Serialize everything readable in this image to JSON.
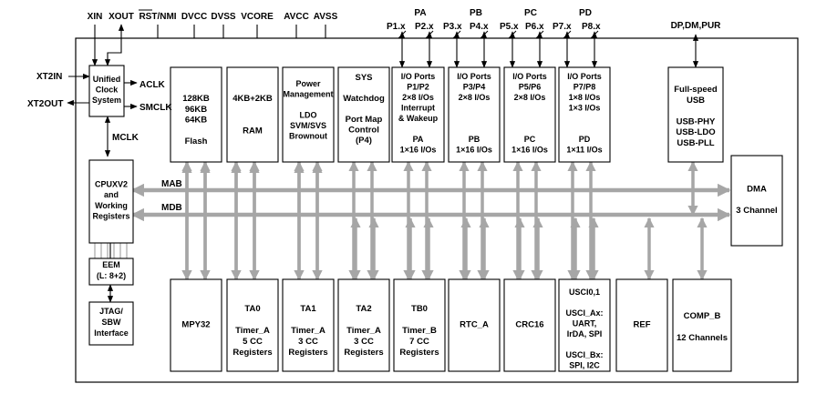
{
  "top_pins": {
    "xin": "XIN",
    "xout": "XOUT",
    "rst_nmi": "RST/NMI",
    "dvcc": "DVCC",
    "dvss": "DVSS",
    "vcore": "VCORE",
    "avcc": "AVCC",
    "avss": "AVSS",
    "usb_pins": "DP,DM,PUR"
  },
  "side_pins": {
    "xt2in": "XT2IN",
    "xt2out": "XT2OUT",
    "aclk": "ACLK",
    "smclk": "SMCLK",
    "mclk": "MCLK"
  },
  "ports": [
    {
      "name": "PA",
      "pin_a": "P1.x",
      "pin_b": "P2.x"
    },
    {
      "name": "PB",
      "pin_a": "P3.x",
      "pin_b": "P4.x"
    },
    {
      "name": "PC",
      "pin_a": "P5.x",
      "pin_b": "P6.x"
    },
    {
      "name": "PD",
      "pin_a": "P7.x",
      "pin_b": "P8.x"
    }
  ],
  "buses": {
    "mab": "MAB",
    "mdb": "MDB"
  },
  "blocks": {
    "clock": [
      "Unified",
      "Clock",
      "System"
    ],
    "flash": [
      "128KB",
      "96KB",
      "64KB",
      "",
      "Flash"
    ],
    "ram": [
      "4KB+2KB",
      "",
      "",
      "RAM"
    ],
    "power": [
      "Power",
      "Management",
      "",
      "LDO",
      "SVM/SVS",
      "Brownout"
    ],
    "sys": [
      "SYS",
      "",
      "Watchdog",
      "",
      "Port Map",
      "Control",
      "(P4)"
    ],
    "io_pa": [
      "I/O Ports",
      "P1/P2",
      "2×8 I/Os",
      "Interrupt",
      "& Wakeup",
      "",
      "PA",
      "1×16 I/Os"
    ],
    "io_pb": [
      "I/O Ports",
      "P3/P4",
      "2×8 I/Os",
      "",
      "",
      "",
      "PB",
      "1×16 I/Os"
    ],
    "io_pc": [
      "I/O Ports",
      "P5/P6",
      "2×8 I/Os",
      "",
      "",
      "",
      "PC",
      "1×16 I/Os"
    ],
    "io_pd": [
      "I/O Ports",
      "P7/P8",
      "1×8 I/Os",
      "1×3 I/Os",
      "",
      "",
      "PD",
      "1×11 I/Os"
    ],
    "usb": [
      "Full-speed",
      "USB",
      "",
      "USB-PHY",
      "USB-LDO",
      "USB-PLL"
    ],
    "cpu": [
      "CPUXV2",
      "and",
      "Working",
      "Registers"
    ],
    "dma": [
      "DMA",
      "",
      "3 Channel"
    ],
    "eem": [
      "EEM",
      "(L: 8+2)"
    ],
    "jtag": [
      "JTAG/",
      "SBW",
      "Interface"
    ],
    "mpy": [
      "MPY32"
    ],
    "ta0": [
      "TA0",
      "",
      "Timer_A",
      "5 CC",
      "Registers"
    ],
    "ta1": [
      "TA1",
      "",
      "Timer_A",
      "3 CC",
      "Registers"
    ],
    "ta2": [
      "TA2",
      "",
      "Timer_A",
      "3 CC",
      "Registers"
    ],
    "tb0": [
      "TB0",
      "",
      "Timer_B",
      "7 CC",
      "Registers"
    ],
    "rtc": [
      "RTC_A"
    ],
    "crc": [
      "CRC16"
    ],
    "usci": [
      "USCI0,1",
      "",
      "USCI_Ax:",
      "UART,",
      "IrDA, SPI",
      "",
      "USCI_Bx:",
      "SPI, I2C"
    ],
    "ref": [
      "REF"
    ],
    "comp": [
      "COMP_B",
      "",
      "12 Channels"
    ]
  }
}
